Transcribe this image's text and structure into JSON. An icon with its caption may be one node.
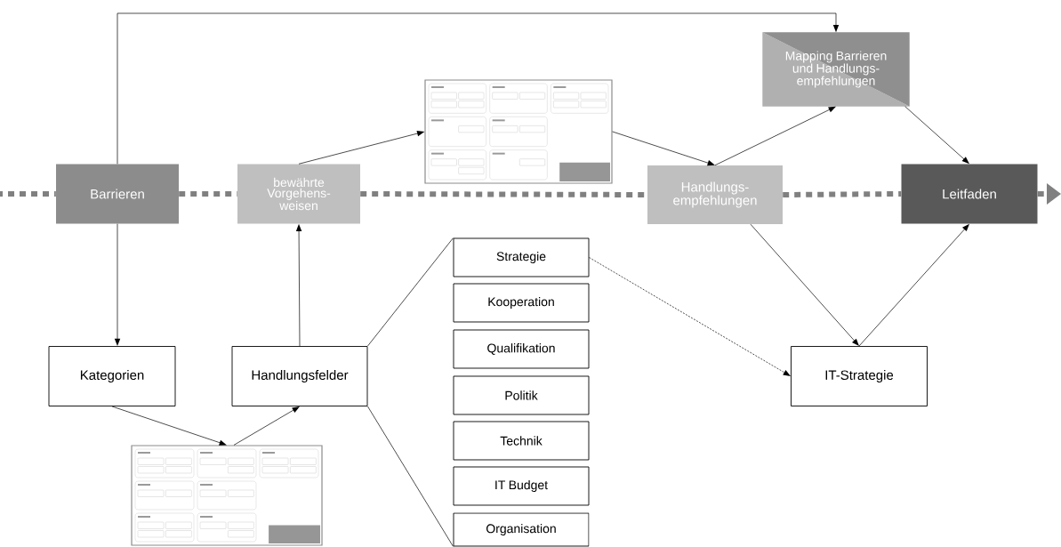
{
  "diagram": {
    "nodes": [
      {
        "text": [
          "Barrieren"
        ]
      },
      {
        "text": [
          "bewährte Vorgehens- weisen"
        ]
      },
      {
        "text": [],
        "shape": "picture"
      },
      {
        "text": [
          "Mapping Barrieren und Handlungs- empfehlungen"
        ]
      },
      {
        "text": [
          "Handlungs- empfehlungen"
        ]
      },
      {
        "text": [
          "Leitfaden"
        ]
      },
      {
        "text": [
          "Kategorien"
        ]
      },
      {
        "text": [
          "Handlungsfelder"
        ]
      },
      {
        "text": [
          "Strategie"
        ]
      },
      {
        "text": [
          "Kooperation"
        ]
      },
      {
        "text": [
          "Qualifikation"
        ]
      },
      {
        "text": [
          "Politik"
        ]
      },
      {
        "text": [
          "Technik"
        ]
      },
      {
        "text": [
          "IT Budget"
        ]
      },
      {
        "text": [
          "Organisation"
        ]
      },
      {
        "text": [
          "IT-Strategie"
        ]
      },
      {
        "text": [],
        "shape": "picture"
      }
    ],
    "edges": [
      {
        "from": null,
        "to": 0,
        "arrow": "none",
        "style": "dashed",
        "color": "#808080"
      },
      {
        "from": 0,
        "to": 1,
        "arrow": "none",
        "style": "dashed",
        "color": "#808080"
      },
      {
        "from": 1,
        "to": 4,
        "arrow": "none",
        "style": "dashed",
        "color": "#808080"
      },
      {
        "from": 4,
        "to": 5,
        "arrow": "none",
        "style": "dashed",
        "color": "#808080"
      },
      {
        "from": 5,
        "to": null,
        "arrow": "to",
        "style": "dashed",
        "color": "#808080"
      },
      {
        "from": 0,
        "to": 3,
        "arrow": "to"
      },
      {
        "from": 0,
        "to": 6,
        "arrow": "to"
      },
      {
        "from": 6,
        "to": 16,
        "arrow": "to"
      },
      {
        "from": 16,
        "to": 7,
        "arrow": "to"
      },
      {
        "from": 7,
        "to": 1,
        "arrow": "to"
      },
      {
        "from": 1,
        "to": 2,
        "arrow": "to"
      },
      {
        "from": 2,
        "to": 4,
        "arrow": "to"
      },
      {
        "from": 4,
        "to": 3,
        "arrow": "to"
      },
      {
        "from": 3,
        "to": 5,
        "arrow": "to"
      },
      {
        "from": 4,
        "to": 15,
        "arrow": "to"
      },
      {
        "from": 15,
        "to": 5,
        "arrow": "to"
      },
      {
        "from": 8,
        "to": 15,
        "arrow": "to",
        "style": "dashed"
      },
      {
        "from": 7,
        "to": 8,
        "arrow": "none"
      },
      {
        "from": 7,
        "to": 14,
        "arrow": "none"
      }
    ]
  }
}
